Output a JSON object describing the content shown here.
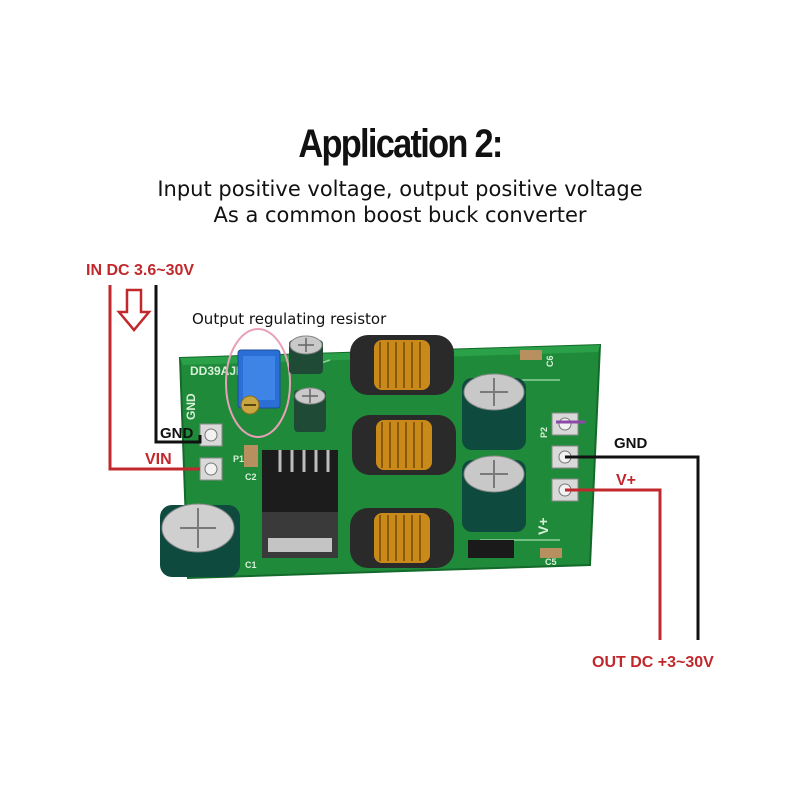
{
  "title": "Application 2:",
  "subtitle_line1": "Input positive voltage, output positive voltage",
  "subtitle_line2": "As a common boost buck converter",
  "labels": {
    "in_dc": "IN DC 3.6~30V",
    "out_dc": "OUT DC +3~30V",
    "gnd_in": "GND",
    "vin": "VIN",
    "gnd_out": "GND",
    "vplus": "V+",
    "regulating_resistor": "Output regulating resistor"
  },
  "board": {
    "model": "DD39AJP",
    "silk_gnd": "GND",
    "silk_p1": "P1",
    "silk_p2": "P2",
    "silk_vplus": "V+",
    "silk_c1": "C1",
    "silk_c2": "C2",
    "silk_c5": "C5",
    "silk_c6": "C6"
  },
  "colors": {
    "pcb": "#1f8a3a",
    "wire_red": "#c0282c",
    "wire_black": "#111111",
    "highlight_circle": "#e8a0b8"
  }
}
